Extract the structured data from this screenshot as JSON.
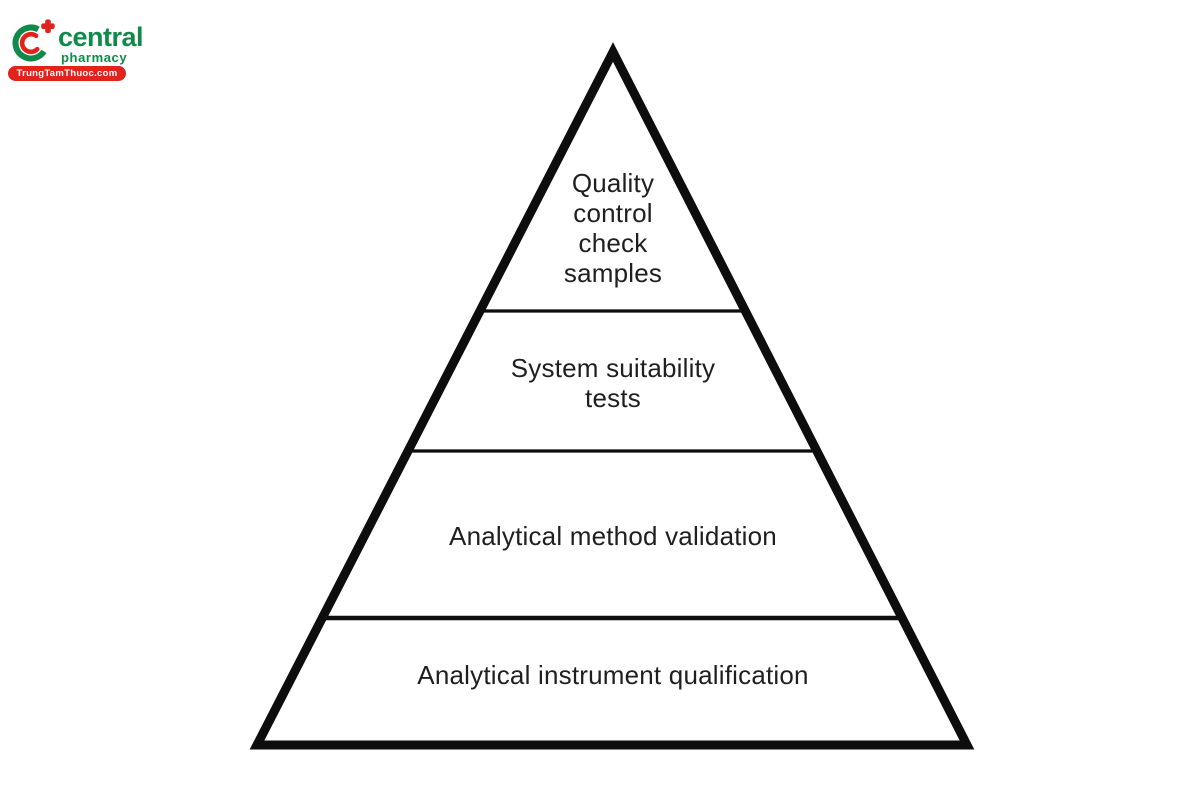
{
  "logo": {
    "brand": "central",
    "subtitle": "pharmacy",
    "badge": "TrungTamThuoc.com"
  },
  "colors": {
    "brand_green": "#0f8a4a",
    "brand_red": "#e0231c",
    "diagram_stroke": "#0d0d0d",
    "label_text": "#1f1f1f",
    "background": "#ffffff"
  },
  "pyramid": {
    "levels": [
      {
        "label": "Quality\ncontrol\ncheck\nsamples"
      },
      {
        "label": "System suitability\ntests"
      },
      {
        "label": "Analytical method validation"
      },
      {
        "label": "Analytical instrument qualification"
      }
    ]
  }
}
